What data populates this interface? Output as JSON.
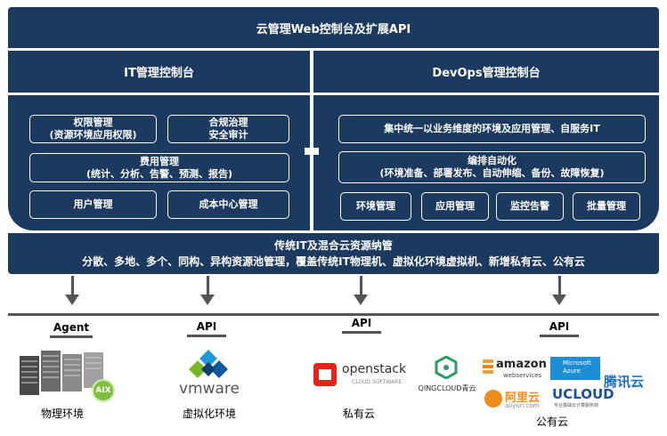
{
  "top_bar": "云管理Web控制台及扩展API",
  "it_console": {
    "title": "IT管理控制台",
    "boxes": [
      {
        "line1": "权限管理",
        "line2": "(资源环境应用权限)"
      },
      {
        "line1": "合规治理",
        "line2": "安全审计"
      },
      {
        "line1": "费用管理",
        "line2": "(统计、分析、告警、预测、报告)"
      },
      {
        "line1": "用户管理",
        "line2": ""
      },
      {
        "line1": "成本中心管理",
        "line2": ""
      }
    ]
  },
  "devops_console": {
    "title": "DevOps管理控制台",
    "boxes": [
      {
        "line1": "集中统一以业务维度的环境及应用管理、自服务IT",
        "line2": ""
      },
      {
        "line1": "编排自动化",
        "line2": "(环境准备、部署发布、自动伸缩、备份、故障恢复)"
      },
      {
        "line1": "环境管理",
        "line2": ""
      },
      {
        "line1": "应用管理",
        "line2": ""
      },
      {
        "line1": "监控告警",
        "line2": ""
      },
      {
        "line1": "批量管理",
        "line2": ""
      }
    ]
  },
  "resource_bar": {
    "line1": "传统IT及混合云资源纳管",
    "line2": "分散、多地、多个、同构、异构资源池管理，覆盖传统IT物理机、虚拟化环境虚拟机、新增私有云、公有云"
  },
  "connectors": [
    "Agent",
    "API",
    "API",
    "API"
  ],
  "targets": [
    {
      "caption": "物理环境",
      "logos": [
        "AIX"
      ]
    },
    {
      "caption": "虚拟化环境",
      "logos": [
        "vmware"
      ]
    },
    {
      "caption": "私有云",
      "logos": [
        "openstack",
        "CLOUD SOFTWARE",
        "QINGCLOUD青云"
      ]
    },
    {
      "caption": "公有云",
      "logos": [
        "amazon",
        "webservices",
        "阿里云",
        "aliyun.com",
        "Microsoft",
        "Azure",
        "UCLOUD",
        "专业基础云计算服务商",
        "腾讯云"
      ]
    }
  ]
}
